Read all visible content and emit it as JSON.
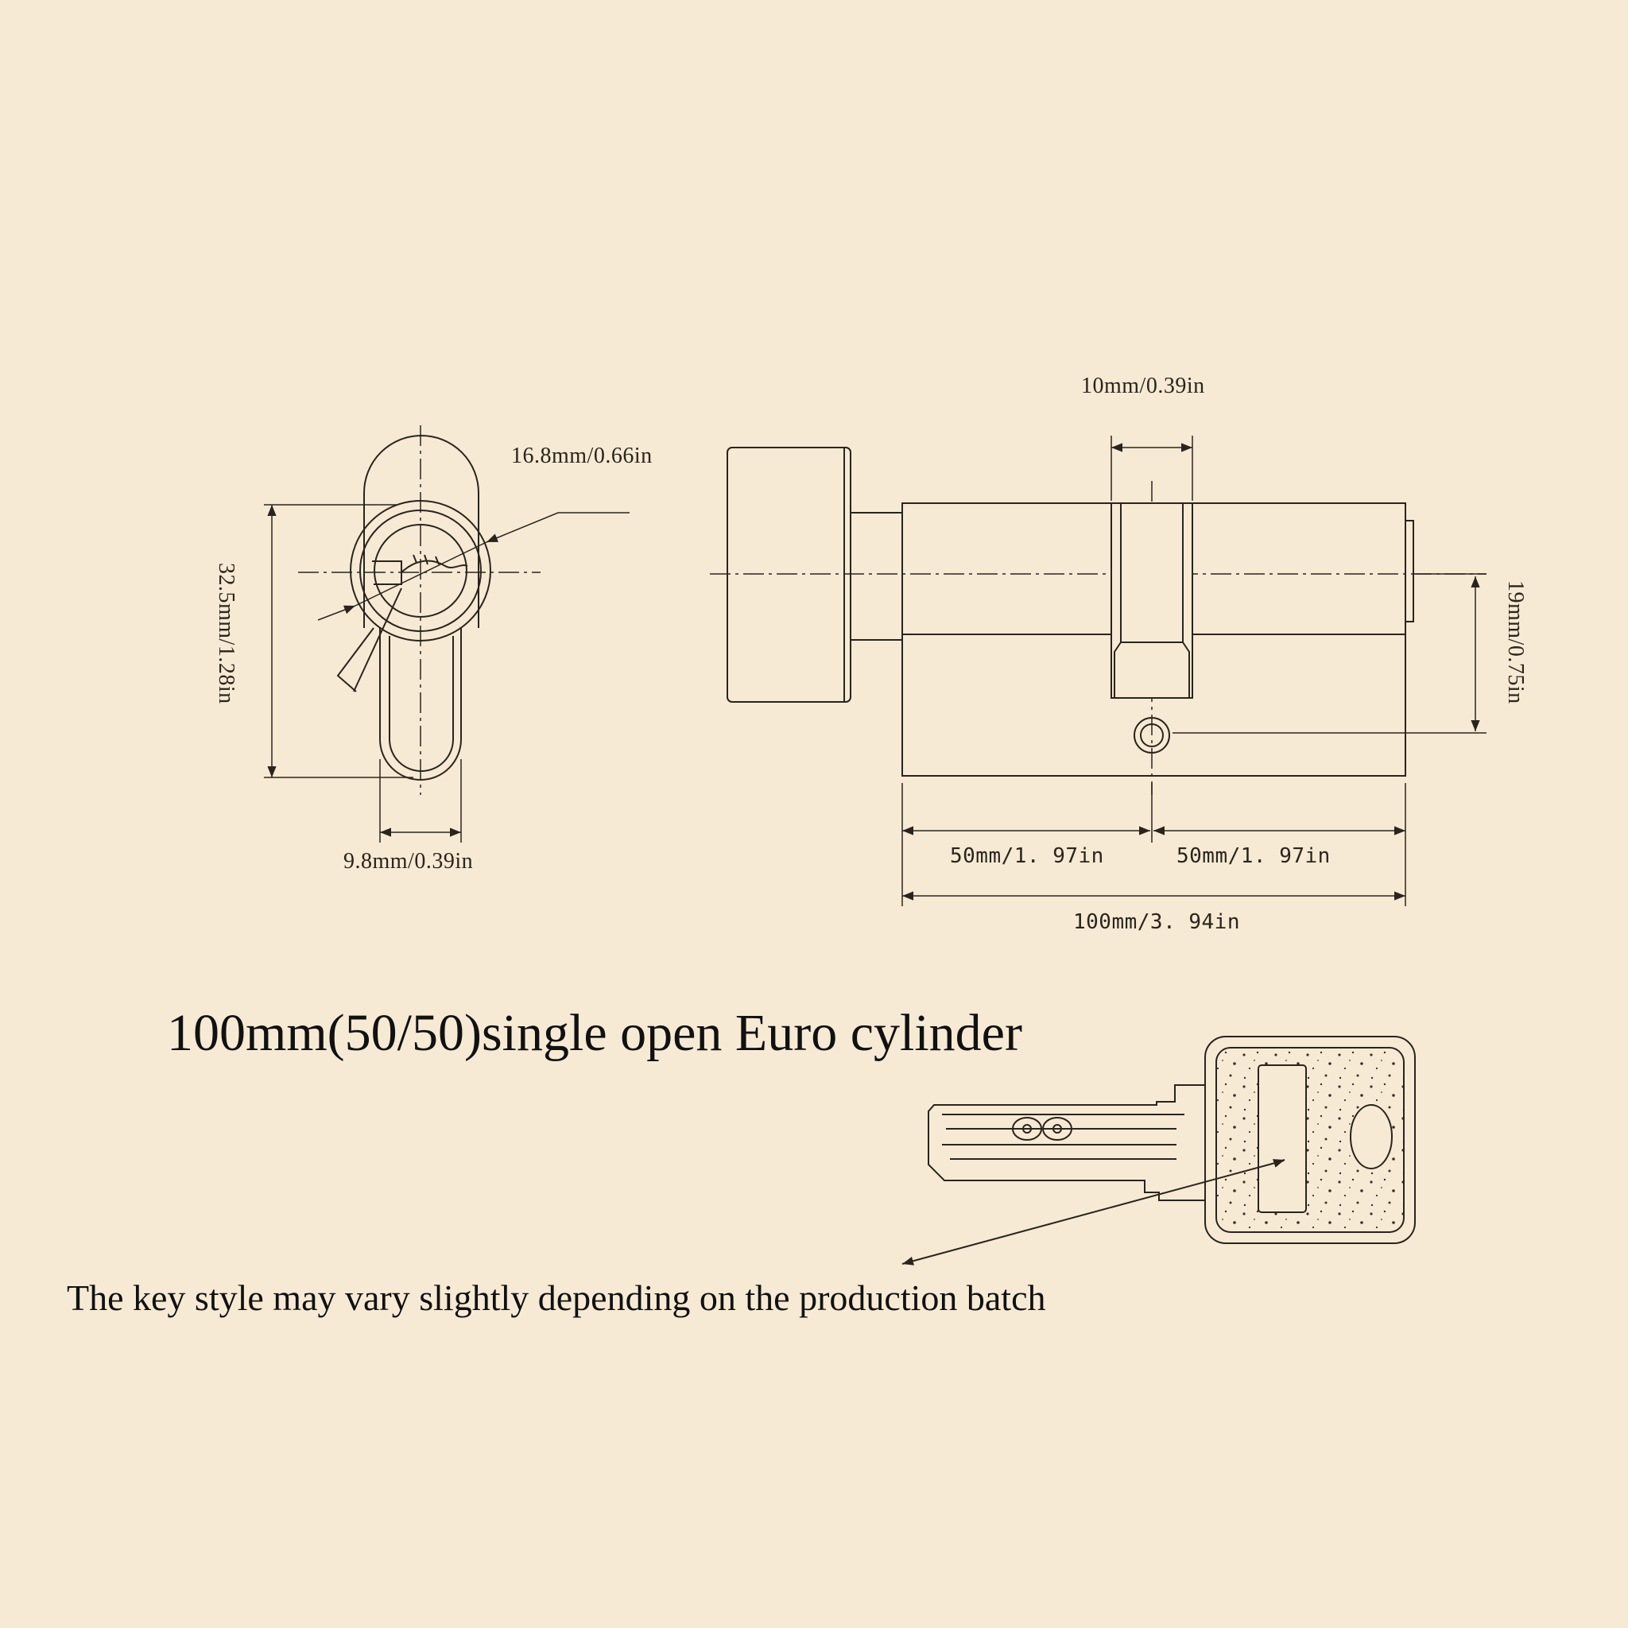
{
  "dimensions": {
    "cam_width": "10mm/0.39in",
    "keyhole_diameter": "16.8mm/0.66in",
    "profile_height": "32.5mm/1.28in",
    "profile_bottom_width": "9.8mm/0.39in",
    "body_height": "19mm/0.75in",
    "left_half": "50mm/1. 97in",
    "right_half": "50mm/1. 97in",
    "total_length": "100mm/3. 94in"
  },
  "title": "100mm(50/50)single open Euro cylinder",
  "caption": "The key style may vary slightly depending on the production batch",
  "colors": {
    "background": "#f6ead4",
    "line": "#2a241c"
  }
}
